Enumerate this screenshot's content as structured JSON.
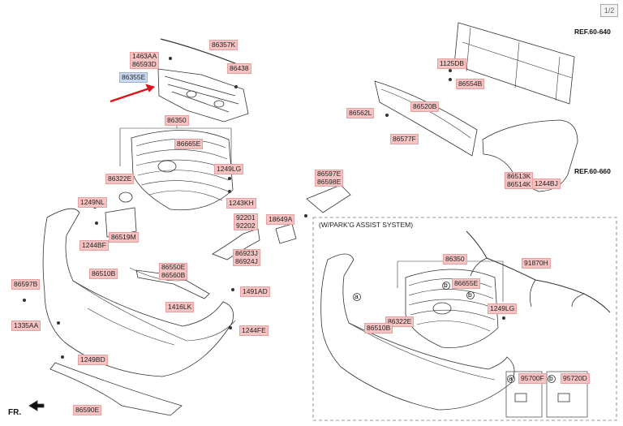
{
  "page_indicator": "1/2",
  "ref_labels": {
    "top": "REF.60-640",
    "fender": "REF.60-660"
  },
  "inset_title": "(W/PARK'G ASSIST SYSTEM)",
  "direction_label": "FR.",
  "accent": {
    "label_fill": "#f6c3c3",
    "highlight_fill": "#c9d9f2",
    "arrow": "#e0141b"
  },
  "parts": [
    "86357K",
    "1463AA\n86593D",
    "86438",
    "86355E",
    "1125DB",
    "86554B",
    "86520B",
    "86562L",
    "86577F",
    "86350",
    "86665E",
    "1249LG",
    "86322E",
    "86597E\n86598E",
    "86513K\n86514K",
    "1244BJ",
    "1249NL",
    "1243KH",
    "92201\n92202",
    "18649A",
    "86519M",
    "1244BF",
    "86923J\n86924J",
    "86597B",
    "86510B",
    "86550E\n86560B",
    "1491AD",
    "1416LK",
    "1335AA",
    "1244FE",
    "1249BD",
    "86590E",
    "91870H",
    "86350",
    "86655E",
    "1249LG",
    "86322E",
    "86510B",
    "95700F",
    "95720D"
  ],
  "legend_symbols": [
    "a",
    "b"
  ]
}
